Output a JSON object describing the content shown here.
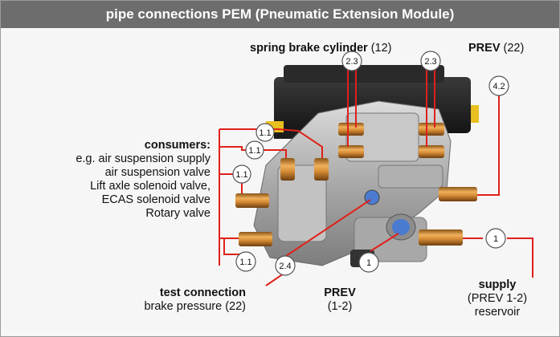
{
  "title": "pipe connections PEM (Pneumatic Extension Module)",
  "labels": {
    "spring_brake": {
      "bold": "spring brake cylinder",
      "plain": "(12)"
    },
    "prev_top": {
      "bold": "PREV",
      "plain": "(22)"
    },
    "consumers": {
      "heading": "consumers:",
      "lines": [
        "e.g. air suspension supply",
        "air suspension valve",
        "Lift axle solenoid valve,",
        "ECAS solenoid valve",
        "Rotary valve"
      ]
    },
    "test_connection": {
      "heading": "test connection",
      "line": "brake pressure (22)"
    },
    "prev_bottom": {
      "heading": "PREV",
      "line": "(1-2)"
    },
    "supply": {
      "heading": "supply",
      "lines": [
        "(PREV 1-2)",
        "reservoir"
      ]
    }
  },
  "ports": {
    "p1": "1.1",
    "p2": "1.1",
    "p3": "1.1",
    "p4": "1.1",
    "p5": "2.3",
    "p6": "2.3",
    "p7": "4.2",
    "p8": "2.4",
    "p9": "1",
    "p10": "1"
  },
  "colors": {
    "title_bg": "#6d6d6d",
    "leader": "#e0201a",
    "brass": "#c68a3a",
    "body_grey": "#b9b9b9",
    "cover_black": "#2a2a2a"
  }
}
